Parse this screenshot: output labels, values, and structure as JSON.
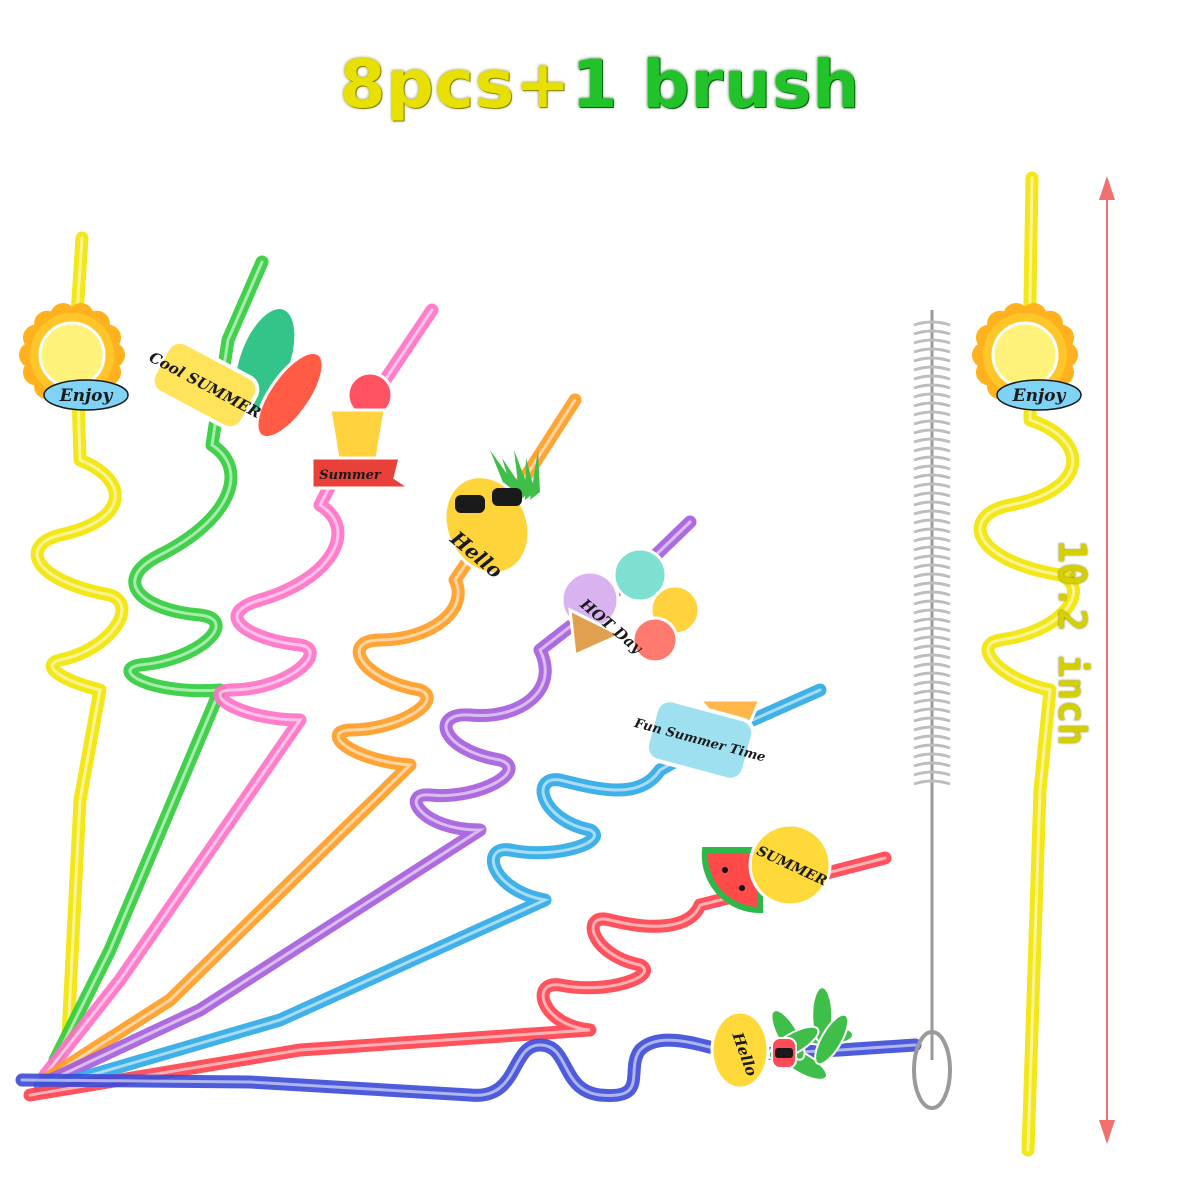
{
  "headline": {
    "part1": "8pcs+",
    "part2": " 1 brush"
  },
  "dimension": {
    "label": "10.2 inch"
  },
  "colors": {
    "yellow": "#f2e400",
    "green": "#2ecb3a",
    "pink": "#ff6fc4",
    "orange": "#ff9a1f",
    "purple": "#a45bdd",
    "blue": "#2aa7e6",
    "red": "#ff3f4a",
    "navy": "#3b4ad8",
    "arrow": "#f07070"
  },
  "straws": [
    {
      "name": "straw-yellow-sun",
      "charm": "sun",
      "text": "Enjoy"
    },
    {
      "name": "straw-green-surf",
      "charm": "surf",
      "text": "Cool SUMMER"
    },
    {
      "name": "straw-pink-drink",
      "charm": "drink",
      "text": "Summer"
    },
    {
      "name": "straw-orange-pineapple",
      "charm": "pineapple",
      "text": "Hello"
    },
    {
      "name": "straw-purple-icecream",
      "charm": "icecream",
      "text": "HOT Day"
    },
    {
      "name": "straw-blue-funtime",
      "charm": "sign",
      "text": "Fun Summer Time"
    },
    {
      "name": "straw-red-watermelon",
      "charm": "watermelon",
      "text": "SUMMER"
    },
    {
      "name": "straw-navy-palm",
      "charm": "palm",
      "text": "Hello"
    }
  ],
  "sample": {
    "charm": "sun",
    "text": "Enjoy"
  }
}
